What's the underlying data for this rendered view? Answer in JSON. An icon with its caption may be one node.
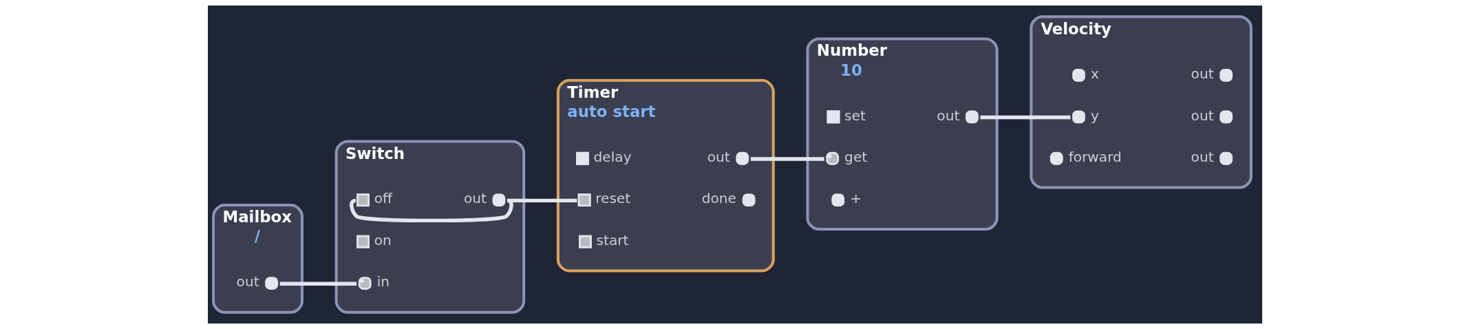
{
  "diagram": {
    "nodes": [
      {
        "text": [
          "Mailbox",
          "/"
        ]
      },
      {
        "text": [
          "out"
        ],
        "in": 0
      },
      {
        "text": [
          "Switch"
        ]
      },
      {
        "text": [
          "off"
        ],
        "in": 2
      },
      {
        "text": [
          "on"
        ],
        "in": 2
      },
      {
        "text": [
          "in"
        ],
        "in": 2
      },
      {
        "text": [
          "out"
        ],
        "in": 2
      },
      {
        "text": [
          "Timer",
          "auto start"
        ]
      },
      {
        "text": [
          "delay"
        ],
        "in": 7
      },
      {
        "text": [
          "reset"
        ],
        "in": 7
      },
      {
        "text": [
          "start"
        ],
        "in": 7
      },
      {
        "text": [
          "out"
        ],
        "in": 7
      },
      {
        "text": [
          "done"
        ],
        "in": 7
      },
      {
        "text": [
          "Number",
          "10"
        ]
      },
      {
        "text": [
          "set"
        ],
        "in": 13
      },
      {
        "text": [
          "get"
        ],
        "in": 13
      },
      {
        "text": [
          "+"
        ],
        "in": 13
      },
      {
        "text": [
          "out"
        ],
        "in": 13
      },
      {
        "text": [
          "Velocity"
        ]
      },
      {
        "text": [
          "x"
        ],
        "in": 18
      },
      {
        "text": [
          "y"
        ],
        "in": 18
      },
      {
        "text": [
          "forward"
        ],
        "in": 18
      },
      {
        "text": [
          "out"
        ],
        "in": 18
      },
      {
        "text": [
          "out"
        ],
        "in": 18
      },
      {
        "text": [
          "out"
        ],
        "in": 18
      }
    ],
    "edges": [
      {
        "from": 1,
        "to": 5,
        "arrow": "none"
      },
      {
        "from": 6,
        "to": 3,
        "arrow": "none"
      },
      {
        "from": 6,
        "to": 9,
        "arrow": "none"
      },
      {
        "from": 11,
        "to": 15,
        "arrow": "none"
      },
      {
        "from": 17,
        "to": 20,
        "arrow": "none"
      }
    ]
  }
}
